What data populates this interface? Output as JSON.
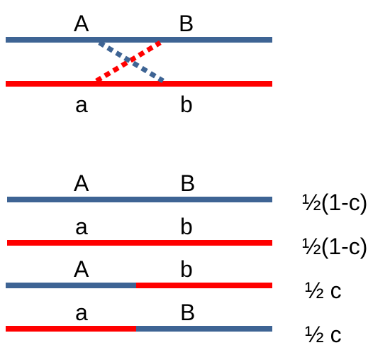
{
  "colors": {
    "blue": "#3E6494",
    "red": "#FF0000"
  },
  "crossover": {
    "top_allele_left": "A",
    "top_allele_right": "B",
    "bottom_allele_left": "a",
    "bottom_allele_right": "b"
  },
  "gametes": [
    {
      "left": "A",
      "right": "B",
      "frequency": "½(1-c)"
    },
    {
      "left": "a",
      "right": "b",
      "frequency": "½(1-c)"
    },
    {
      "left": "A",
      "right": "b",
      "frequency": "½ c"
    },
    {
      "left": "a",
      "right": "B",
      "frequency": "½ c"
    }
  ]
}
